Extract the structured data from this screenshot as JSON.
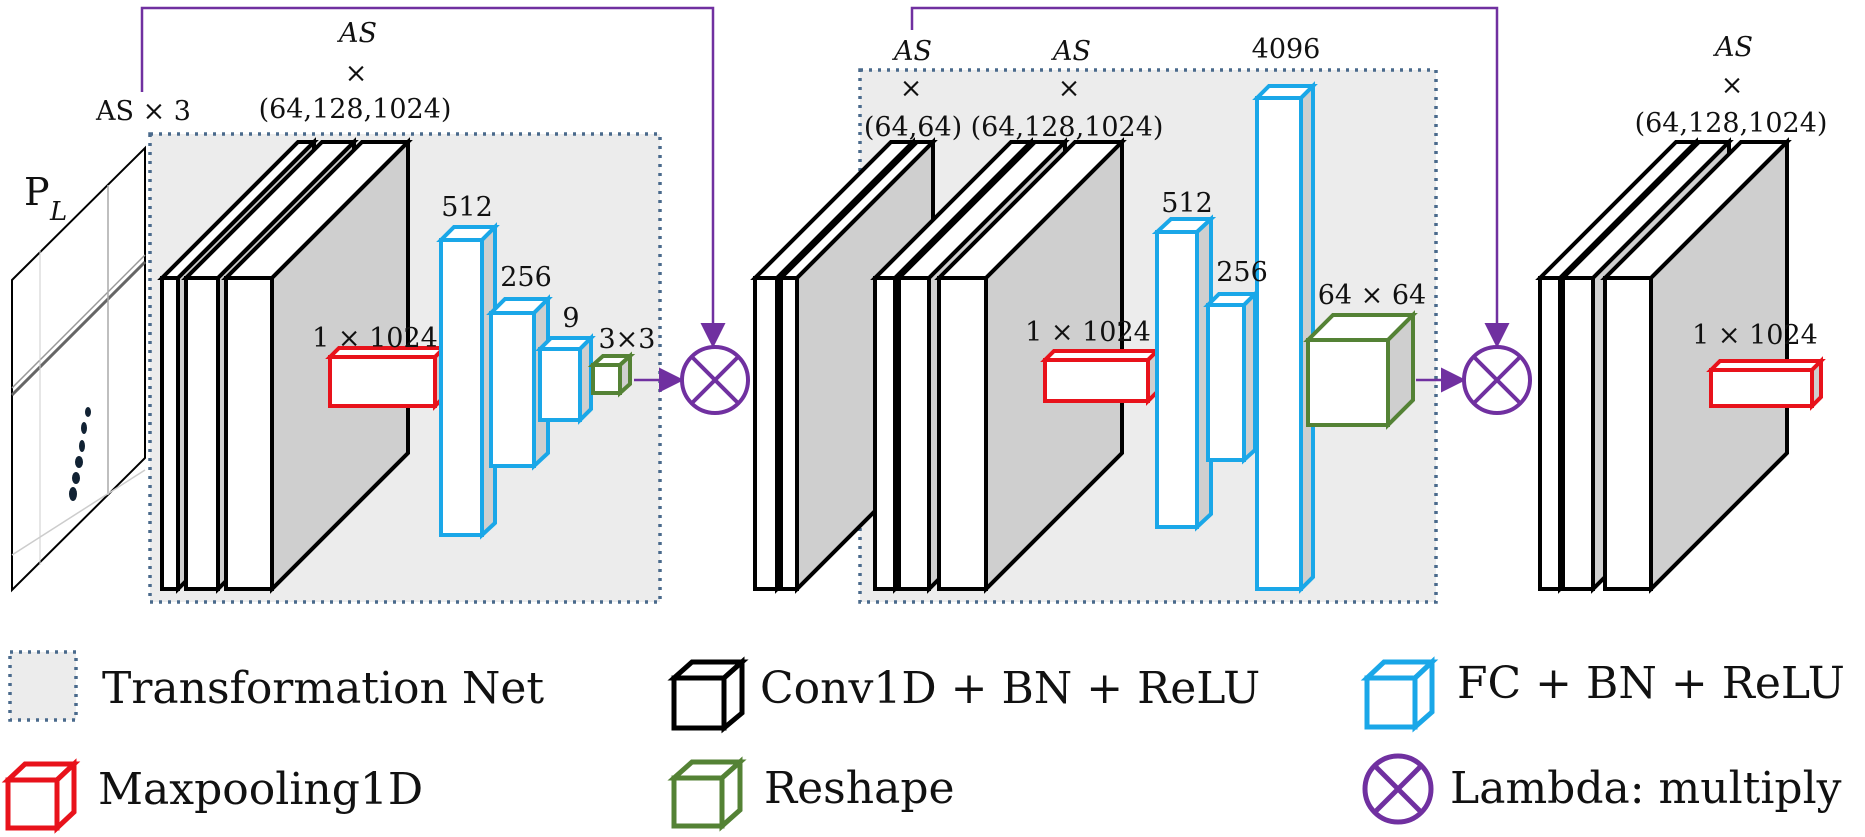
{
  "input": {
    "symbol": "P",
    "subscript": "L",
    "shape_label": "AS × 3"
  },
  "block1": {
    "shape_top": "AS",
    "shape_mid": "×",
    "shape_bottom": "(64,128,1024)",
    "pool_label": "1 × 1024",
    "fc1_label": "512",
    "fc2_label": "256",
    "fc3_label": "9",
    "reshape_label": "3×3"
  },
  "conv_mid": {
    "shape_top": "AS",
    "shape_mid": "×",
    "shape_bottom": "(64,64)"
  },
  "block2": {
    "shape_top": "AS",
    "shape_mid": "×",
    "shape_bottom": "(64,128,1024)",
    "pool_label": "1 × 1024",
    "fc1_label": "512",
    "fc2_label": "256",
    "fc3_label": "4096",
    "reshape_label": "64 × 64"
  },
  "block3": {
    "shape_top": "AS",
    "shape_mid": "×",
    "shape_bottom": "(64,128,1024)",
    "pool_label": "1 × 1024"
  },
  "legend": {
    "transformation_net": "Transformation Net",
    "conv": "Conv1D + BN + ReLU",
    "fc": "FC + BN + ReLU",
    "maxpool": "Maxpooling1D",
    "reshape": "Reshape",
    "lambda": "Lambda: multiply"
  },
  "colors": {
    "conv": "#000000",
    "fc": "#1aa7e8",
    "maxpool": "#e8121b",
    "reshape": "#548235",
    "lambda": "#7030a0",
    "tnet_border": "#4a6a8c",
    "tnet_fill": "#ececec",
    "side_gray": "#cfcfcf"
  },
  "icons": [
    "conv-cube-icon",
    "fc-cube-icon",
    "maxpool-cube-icon",
    "reshape-cube-icon",
    "multiply-circle-icon",
    "dotted-box-icon"
  ]
}
